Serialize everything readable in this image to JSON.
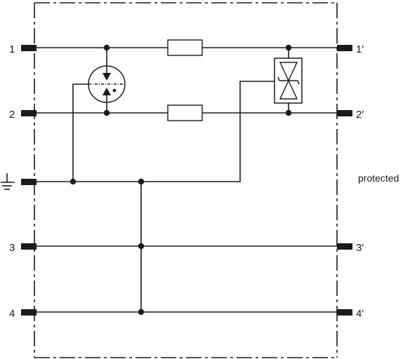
{
  "diagram": {
    "terminals_left": [
      {
        "id": "t1",
        "label": "1"
      },
      {
        "id": "t2",
        "label": "2"
      },
      {
        "id": "tg",
        "label": ""
      },
      {
        "id": "t3",
        "label": "3"
      },
      {
        "id": "t4",
        "label": "4"
      }
    ],
    "terminals_right": [
      {
        "id": "t1p",
        "label": "1′"
      },
      {
        "id": "t2p",
        "label": "2′"
      },
      {
        "id": "t3p",
        "label": "3′"
      },
      {
        "id": "t4p",
        "label": "4′"
      }
    ],
    "side_label": "protected",
    "icons": {
      "ground": "ground-icon",
      "gas_discharge_tube": "gas-discharge-tube-icon",
      "tvs_diode": "tvs-diode-icon",
      "resistor": "resistor-icon"
    }
  }
}
